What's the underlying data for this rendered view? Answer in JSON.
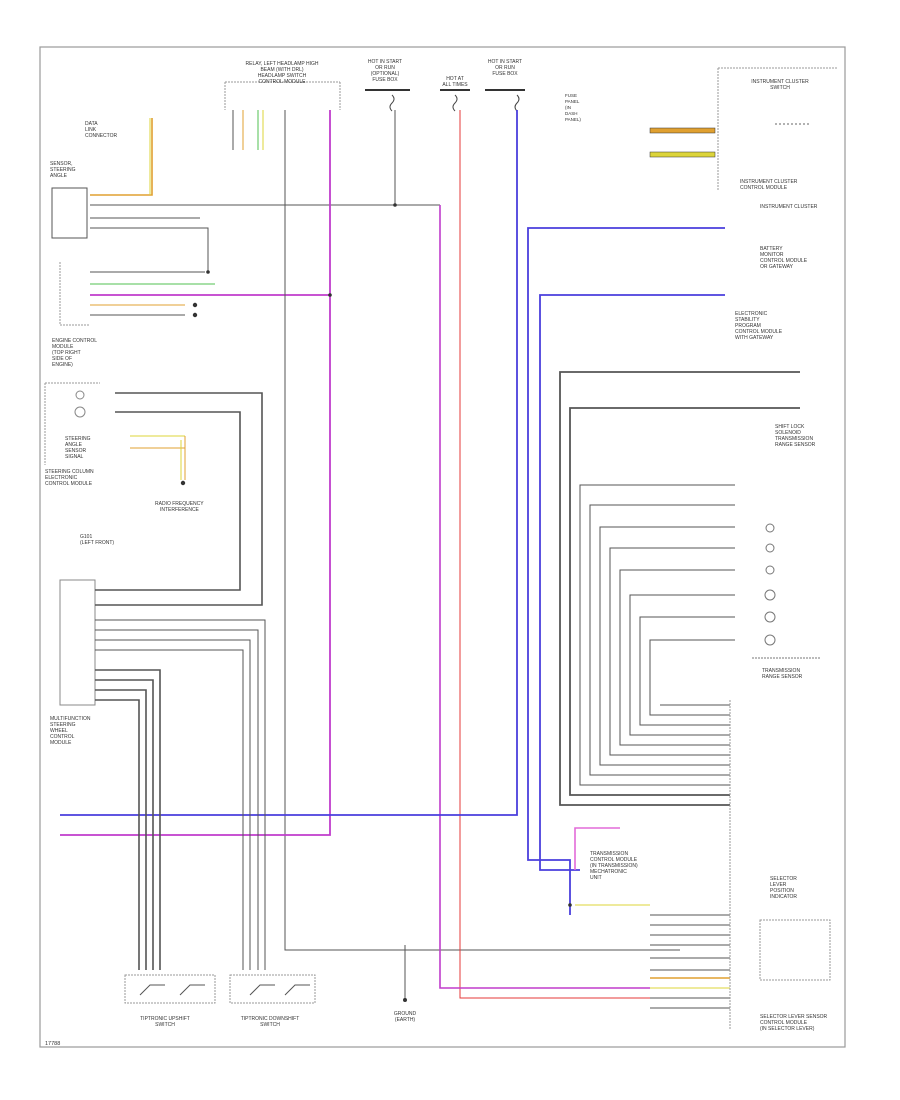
{
  "diagram": {
    "ref_code": "17788",
    "components": {
      "top_center": [
        "RELAY, LEFT HEADLAMP HIGH",
        "BEAM (WITH DRL)",
        "HEADLAMP SWITCH",
        "CONTROL MODULE"
      ],
      "ign_relay_1": [
        "HOT IN START",
        "OR RUN",
        "(OPTIONAL)",
        "FUSE BOX"
      ],
      "ign_relay_2": [
        "HOT AT",
        "ALL TIMES"
      ],
      "ign_relay_3": [
        "HOT IN START",
        "OR RUN",
        "FUSE BOX"
      ],
      "fuse_note": [
        "FUSE",
        "PANEL",
        "(IN",
        "DASH",
        "PANEL)"
      ],
      "inst_switch": [
        "INSTRUMENT CLUSTER",
        "SWITCH"
      ],
      "inst_cluster_lower": [
        "INSTRUMENT CLUSTER",
        "CONTROL MODULE"
      ],
      "inst_cluster": "INSTRUMENT CLUSTER",
      "left_sensor": [
        "SENSOR,",
        "STEERING",
        "ANGLE"
      ],
      "data_link": [
        "DATA",
        "LINK",
        "CONNECTOR"
      ],
      "engine_module": [
        "ENGINE CONTROL",
        "MODULE",
        "(TOP RIGHT",
        "SIDE OF",
        "ENGINE)"
      ],
      "steering_module": [
        "STEERING",
        "ANGLE",
        "SENSOR",
        "SIGNAL"
      ],
      "steering_col": [
        "STEERING COLUMN",
        "ELECTRONIC",
        "CONTROL MODULE"
      ],
      "radio_freq": [
        "RADIO FREQUENCY",
        "INTERFERENCE"
      ],
      "ground_note": [
        "G101",
        "(LEFT FRONT)"
      ],
      "trans_module": [
        "MULTIFUNCTION",
        "STEERING",
        "WHEEL",
        "CONTROL",
        "MODULE"
      ],
      "right_1": [
        "BATTERY",
        "MONITOR",
        "CONTROL MODULE",
        "OR GATEWAY"
      ],
      "right_2": [
        "ELECTRONIC",
        "STABILITY",
        "PROGRAM",
        "CONTROL MODULE",
        "WITH GATEWAY"
      ],
      "right_3": [
        "SHIFT LOCK",
        "SOLENOID",
        "TRANSMISSION",
        "RANGE SENSOR"
      ],
      "trans_range": [
        "TRANSMISSION",
        "RANGE SENSOR"
      ],
      "lower_right_module": [
        "TRANSMISSION",
        "CONTROL MODULE",
        "(IN TRANSMISSION)",
        "MECHATRONIC",
        "UNIT"
      ],
      "selector": [
        "SELECTOR",
        "LEVER",
        "POSITION",
        "INDICATOR"
      ],
      "bottom_center": [
        "GROUND",
        "(EARTH)"
      ],
      "bottom_left_sw": [
        "TIPTRONIC UPSHIFT",
        "SWITCH"
      ],
      "bottom_mid_sw": [
        "TIPTRONIC DOWNSHIFT",
        "SWITCH"
      ],
      "bottom_right_note": [
        "SELECTOR LEVER SENSOR",
        "CONTROL MODULE",
        "(IN SELECTOR LEVER)"
      ]
    },
    "wire_colors": {
      "blue": "#4a3fdd",
      "violet": "#c03ccc",
      "red": "#e43a3a",
      "pink": "#e26bd9",
      "orange": "#e0a030",
      "yellow": "#dcd43a",
      "green": "#52c050",
      "gray": "#555555",
      "brown": "#7a4a22"
    }
  }
}
